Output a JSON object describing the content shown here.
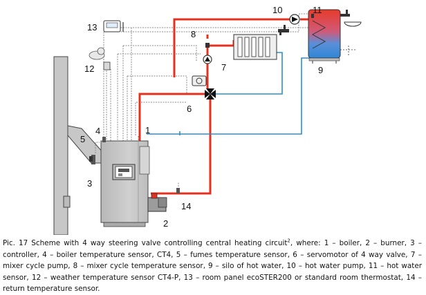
{
  "labels": {
    "n1": "1",
    "n2": "2",
    "n3": "3",
    "n4": "4",
    "n5": "5",
    "n6": "6",
    "n7": "7",
    "n8": "8",
    "n9": "9",
    "n10": "10",
    "n11": "11",
    "n12": "12",
    "n13": "13",
    "n14": "14"
  },
  "caption": {
    "prefix": "Pic. 17",
    "main": "Scheme with 4 way steering valve controlling central heating circuit",
    "sup": "2",
    "rest": ", where: 1 – boiler, 2 – burner, 3 – controller, 4 – boiler temperature sensor, CT4, 5 – fumes temperature sensor, 6 – servomotor of 4 way valve, 7 – mixer cycle pump, 8 – mixer cycle temperature sensor, 9 – silo of hot water, 10 – hot water pump, 11 – hot water sensor, 12 – weather temperature sensor CT4-P, 13 – room panel ecoSTER200 or standard room thermostat, 14 – return temperature sensor."
  },
  "colors": {
    "supply": "#e4311f",
    "return": "#2a8fd0",
    "wire": "#8a8a8a",
    "boiler": "#c8c8c8"
  }
}
